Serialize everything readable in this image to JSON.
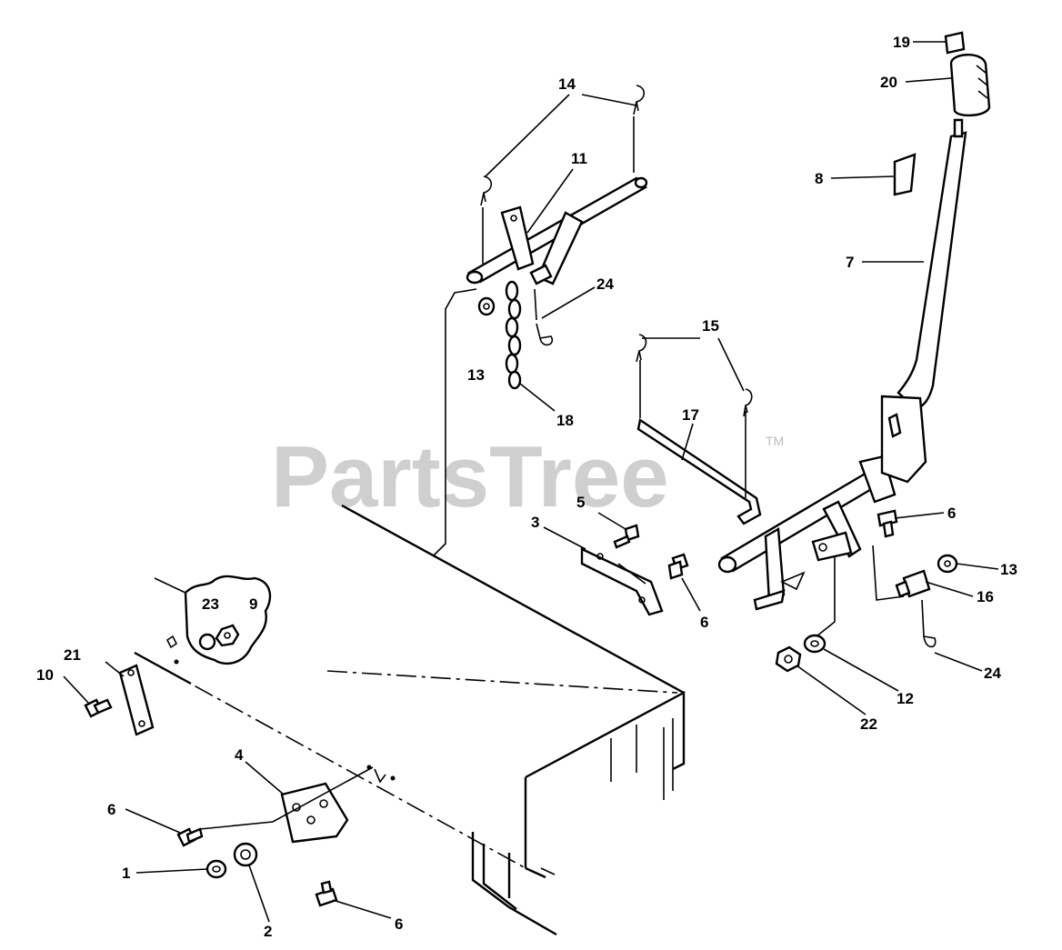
{
  "watermark": {
    "text": "PartsTree",
    "mark": "TM"
  },
  "callouts": [
    {
      "id": "c1",
      "label": "1"
    },
    {
      "id": "c2",
      "label": "2"
    },
    {
      "id": "c3",
      "label": "3"
    },
    {
      "id": "c4",
      "label": "4"
    },
    {
      "id": "c5",
      "label": "5"
    },
    {
      "id": "c6a",
      "label": "6"
    },
    {
      "id": "c6b",
      "label": "6"
    },
    {
      "id": "c6c",
      "label": "6"
    },
    {
      "id": "c6d",
      "label": "6"
    },
    {
      "id": "c7",
      "label": "7"
    },
    {
      "id": "c8",
      "label": "8"
    },
    {
      "id": "c9",
      "label": "9"
    },
    {
      "id": "c10",
      "label": "10"
    },
    {
      "id": "c11",
      "label": "11"
    },
    {
      "id": "c12",
      "label": "12"
    },
    {
      "id": "c13a",
      "label": "13"
    },
    {
      "id": "c13b",
      "label": "13"
    },
    {
      "id": "c14",
      "label": "14"
    },
    {
      "id": "c15",
      "label": "15"
    },
    {
      "id": "c16",
      "label": "16"
    },
    {
      "id": "c17",
      "label": "17"
    },
    {
      "id": "c18",
      "label": "18"
    },
    {
      "id": "c19",
      "label": "19"
    },
    {
      "id": "c20",
      "label": "20"
    },
    {
      "id": "c21",
      "label": "21"
    },
    {
      "id": "c22",
      "label": "22"
    },
    {
      "id": "c23",
      "label": "23"
    },
    {
      "id": "c24a",
      "label": "24"
    },
    {
      "id": "c24b",
      "label": "24"
    }
  ]
}
